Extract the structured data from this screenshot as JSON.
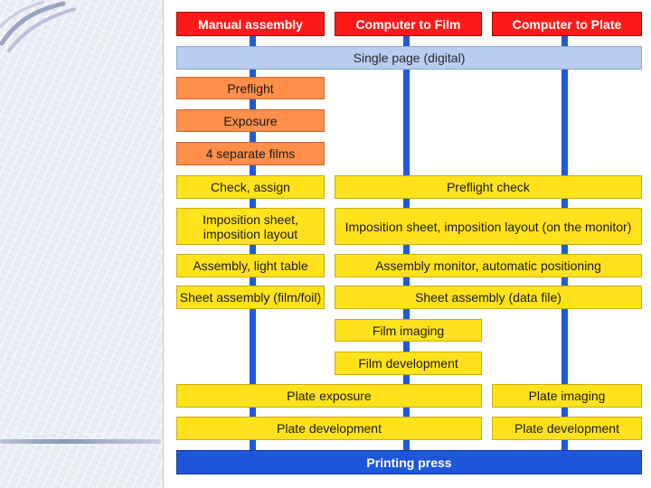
{
  "headers": {
    "manual": "Manual assembly",
    "film": "Computer to Film",
    "plate": "Computer to Plate"
  },
  "single_page": "Single page (digital)",
  "manual_steps": {
    "preflight": "Preflight",
    "exposure": "Exposure",
    "separate_films": "4 separate films",
    "check_assign": "Check, assign",
    "imposition_sheet_line1": "Imposition sheet,",
    "imposition_sheet_line2": "imposition layout",
    "assembly_light_table": "Assembly, light table",
    "sheet_assembly_film": "Sheet assembly (film/foil)"
  },
  "digital_steps": {
    "preflight_check": "Preflight check",
    "imposition_monitor": "Imposition sheet, imposition layout (on the monitor)",
    "assembly_monitor": "Assembly monitor, automatic positioning",
    "sheet_assembly_data": "Sheet assembly (data file)",
    "film_imaging": "Film imaging",
    "film_development": "Film development"
  },
  "plate_steps": {
    "plate_exposure": "Plate exposure",
    "plate_imaging": "Plate imaging",
    "plate_development_left": "Plate development",
    "plate_development_right": "Plate development"
  },
  "final_step": "Printing press",
  "colors": {
    "header_red": "#ff1a1a",
    "digital_blue": "#b8cdf0",
    "manual_orange": "#ff8f4a",
    "step_yellow": "#ffe21c",
    "lane_blue": "#1f5bd6",
    "press_blue": "#1d56d8"
  }
}
